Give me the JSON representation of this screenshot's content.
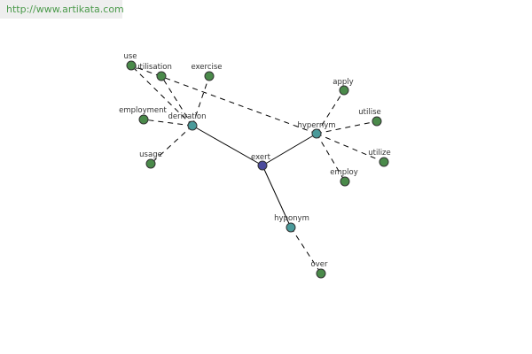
{
  "watermark": "http://www.artikata.com",
  "colors": {
    "center": "#4a4a9c",
    "relation": "#4a9a9a",
    "word": "#4a8a4a"
  },
  "nodes": [
    {
      "id": "exert",
      "label": "exert",
      "kind": "center"
    },
    {
      "id": "derivation",
      "label": "derivation",
      "kind": "relation"
    },
    {
      "id": "hypernym",
      "label": "hypernym",
      "kind": "relation"
    },
    {
      "id": "hyponym",
      "label": "hyponym",
      "kind": "relation"
    },
    {
      "id": "use",
      "label": "use",
      "kind": "word"
    },
    {
      "id": "utilisation",
      "label": "utilisation",
      "kind": "word"
    },
    {
      "id": "exercise",
      "label": "exercise",
      "kind": "word"
    },
    {
      "id": "employment",
      "label": "employment",
      "kind": "word"
    },
    {
      "id": "usage",
      "label": "usage",
      "kind": "word"
    },
    {
      "id": "apply",
      "label": "apply",
      "kind": "word"
    },
    {
      "id": "utilise",
      "label": "utilise",
      "kind": "word"
    },
    {
      "id": "utilize",
      "label": "utilize",
      "kind": "word"
    },
    {
      "id": "employ",
      "label": "employ",
      "kind": "word"
    },
    {
      "id": "over",
      "label": "over",
      "kind": "word"
    }
  ],
  "edges": [
    {
      "from": "exert",
      "to": "derivation",
      "style": "solid"
    },
    {
      "from": "exert",
      "to": "hypernym",
      "style": "solid"
    },
    {
      "from": "exert",
      "to": "hyponym",
      "style": "solid"
    },
    {
      "from": "derivation",
      "to": "use",
      "style": "dashed"
    },
    {
      "from": "derivation",
      "to": "utilisation",
      "style": "dashed"
    },
    {
      "from": "derivation",
      "to": "exercise",
      "style": "dashed"
    },
    {
      "from": "derivation",
      "to": "employment",
      "style": "dashed"
    },
    {
      "from": "derivation",
      "to": "usage",
      "style": "dashed"
    },
    {
      "from": "hypernym",
      "to": "use",
      "style": "dashed"
    },
    {
      "from": "hypernym",
      "to": "apply",
      "style": "dashed"
    },
    {
      "from": "hypernym",
      "to": "utilise",
      "style": "dashed"
    },
    {
      "from": "hypernym",
      "to": "utilize",
      "style": "dashed"
    },
    {
      "from": "hypernym",
      "to": "employ",
      "style": "dashed"
    },
    {
      "from": "hyponym",
      "to": "over",
      "style": "dashed"
    }
  ]
}
